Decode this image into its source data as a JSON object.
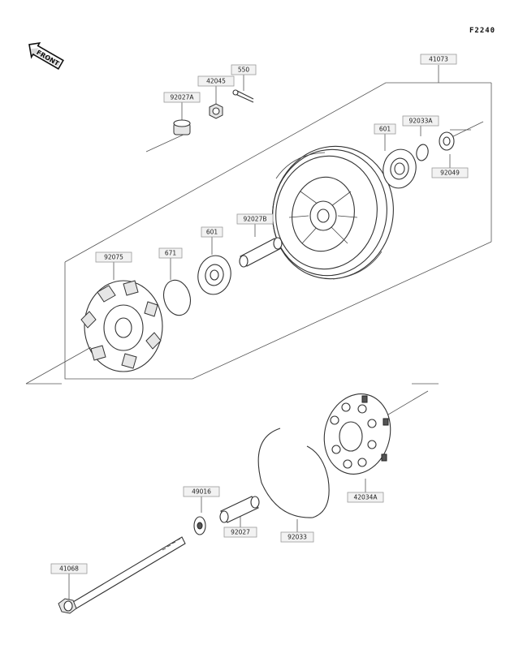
{
  "figure_code": "F2240",
  "front_badge": "FRONT",
  "labels": {
    "p41073": "41073",
    "p92027A": "92027A",
    "p42045": "42045",
    "p550": "550",
    "p601_top": "601",
    "p92033A": "92033A",
    "p92049": "92049",
    "p92075": "92075",
    "p671": "671",
    "p601": "601",
    "p92027B": "92027B",
    "p42034A": "42034A",
    "p49016": "49016",
    "p92027": "92027",
    "p92033": "92033",
    "p41068": "41068"
  }
}
